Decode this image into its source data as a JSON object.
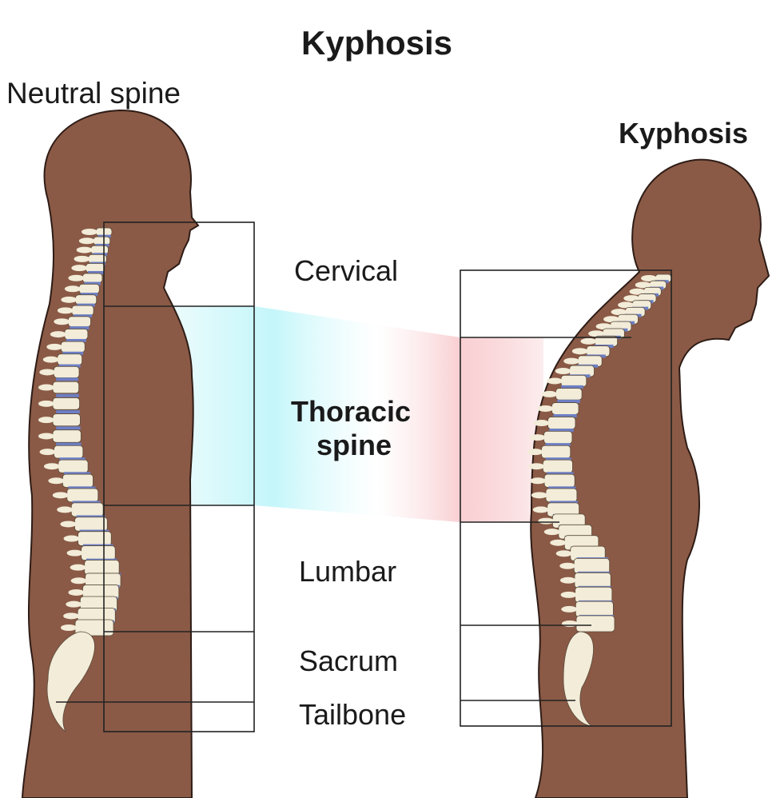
{
  "title": "Kyphosis",
  "left_figure": {
    "label": "Neutral spine"
  },
  "right_figure": {
    "label": "Kyphosis"
  },
  "regions": {
    "cervical": "Cervical",
    "thoracic_line1": "Thoracic",
    "thoracic_line2": "spine",
    "lumbar": "Lumbar",
    "sacrum": "Sacrum",
    "tailbone": "Tailbone"
  },
  "colors": {
    "skin": "#8a5a46",
    "outline": "#2e1c16",
    "bone": "#f2ecd8",
    "disc": "#6d7fc4",
    "highlight_left": "#bff4f8",
    "highlight_right": "#f8c9cc"
  }
}
